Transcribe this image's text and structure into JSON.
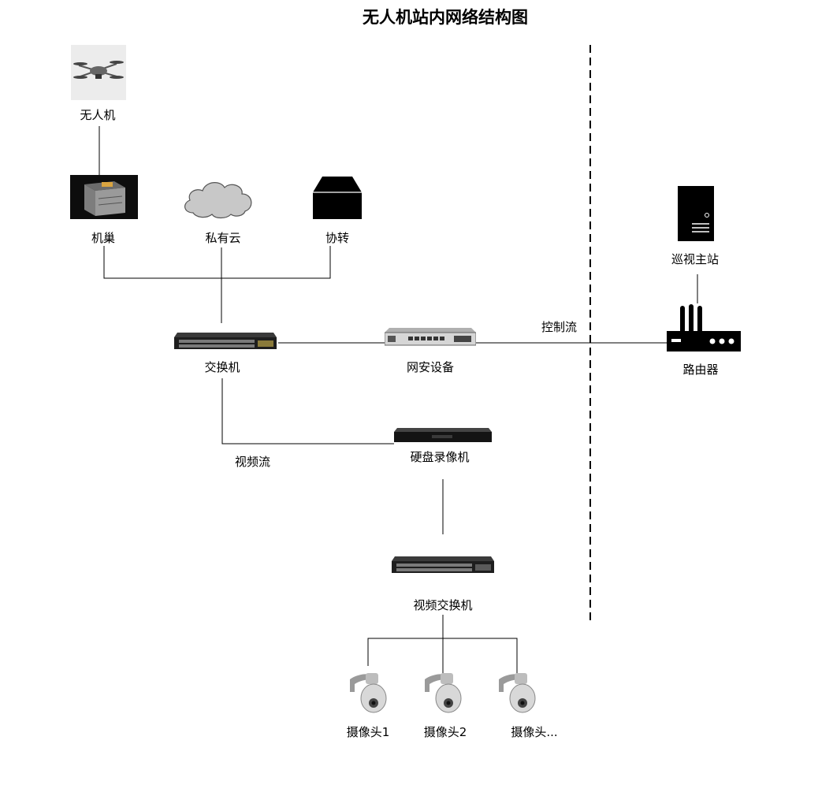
{
  "title": "无人机站内网络结构图",
  "nodes": {
    "drone": {
      "label": "无人机",
      "icon": "drone-icon"
    },
    "nest": {
      "label": "机巢",
      "icon": "drone-nest-icon"
    },
    "private_cloud": {
      "label": "私有云",
      "icon": "cloud-icon"
    },
    "relay": {
      "label": "协转",
      "icon": "relay-box-icon"
    },
    "switch": {
      "label": "交换机",
      "icon": "network-switch-icon"
    },
    "security_device": {
      "label": "网安设备",
      "icon": "firewall-appliance-icon"
    },
    "nvr": {
      "label": "硬盘录像机",
      "icon": "nvr-icon"
    },
    "video_switch": {
      "label": "视频交换机",
      "icon": "network-switch-icon"
    },
    "camera1": {
      "label": "摄像头1",
      "icon": "ptz-camera-icon"
    },
    "camera2": {
      "label": "摄像头2",
      "icon": "ptz-camera-icon"
    },
    "camera3": {
      "label": "摄像头...",
      "icon": "ptz-camera-icon"
    },
    "patrol_station": {
      "label": "巡视主站",
      "icon": "server-tower-icon"
    },
    "router": {
      "label": "路由器",
      "icon": "router-icon"
    }
  },
  "edges": {
    "control_flow": "控制流",
    "video_flow": "视频流"
  },
  "colors": {
    "line": "#000000",
    "cloud_fill": "#c8c8c8",
    "device_dark": "#1a1a1a"
  }
}
